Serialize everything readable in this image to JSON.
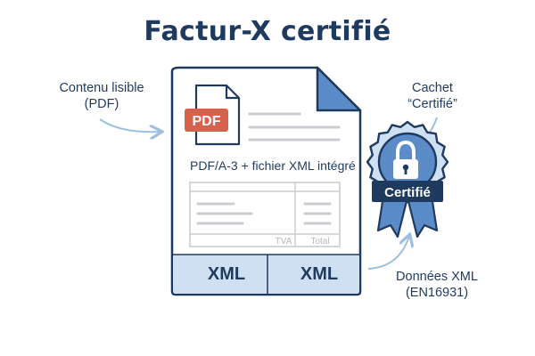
{
  "title": "Factur-X certifié",
  "colors": {
    "navy": "#1f3a5f",
    "accent_blue": "#5b8cc8",
    "light_blue": "#cfe0f3",
    "pdf_red": "#d9604c",
    "gray_line": "#c9ccd1",
    "arrow_blue": "#9dbfde"
  },
  "callouts": {
    "left": {
      "line1": "Contenu lisible",
      "line2": "(PDF)"
    },
    "top_right": {
      "line1": "Cachet",
      "line2": "“Certifié”"
    },
    "bottom_right": {
      "line1": "Données XML",
      "line2": "(EN16931)"
    }
  },
  "document": {
    "pdf_icon_label": "PDF",
    "format_text": "PDF/A-3 + fichier XML intégré",
    "table_headers": {
      "tva": "TVA",
      "total": "Total"
    },
    "xml_blocks": [
      "XML",
      "XML"
    ]
  },
  "badge": {
    "icon": "padlock-icon",
    "label": "Certifié"
  }
}
